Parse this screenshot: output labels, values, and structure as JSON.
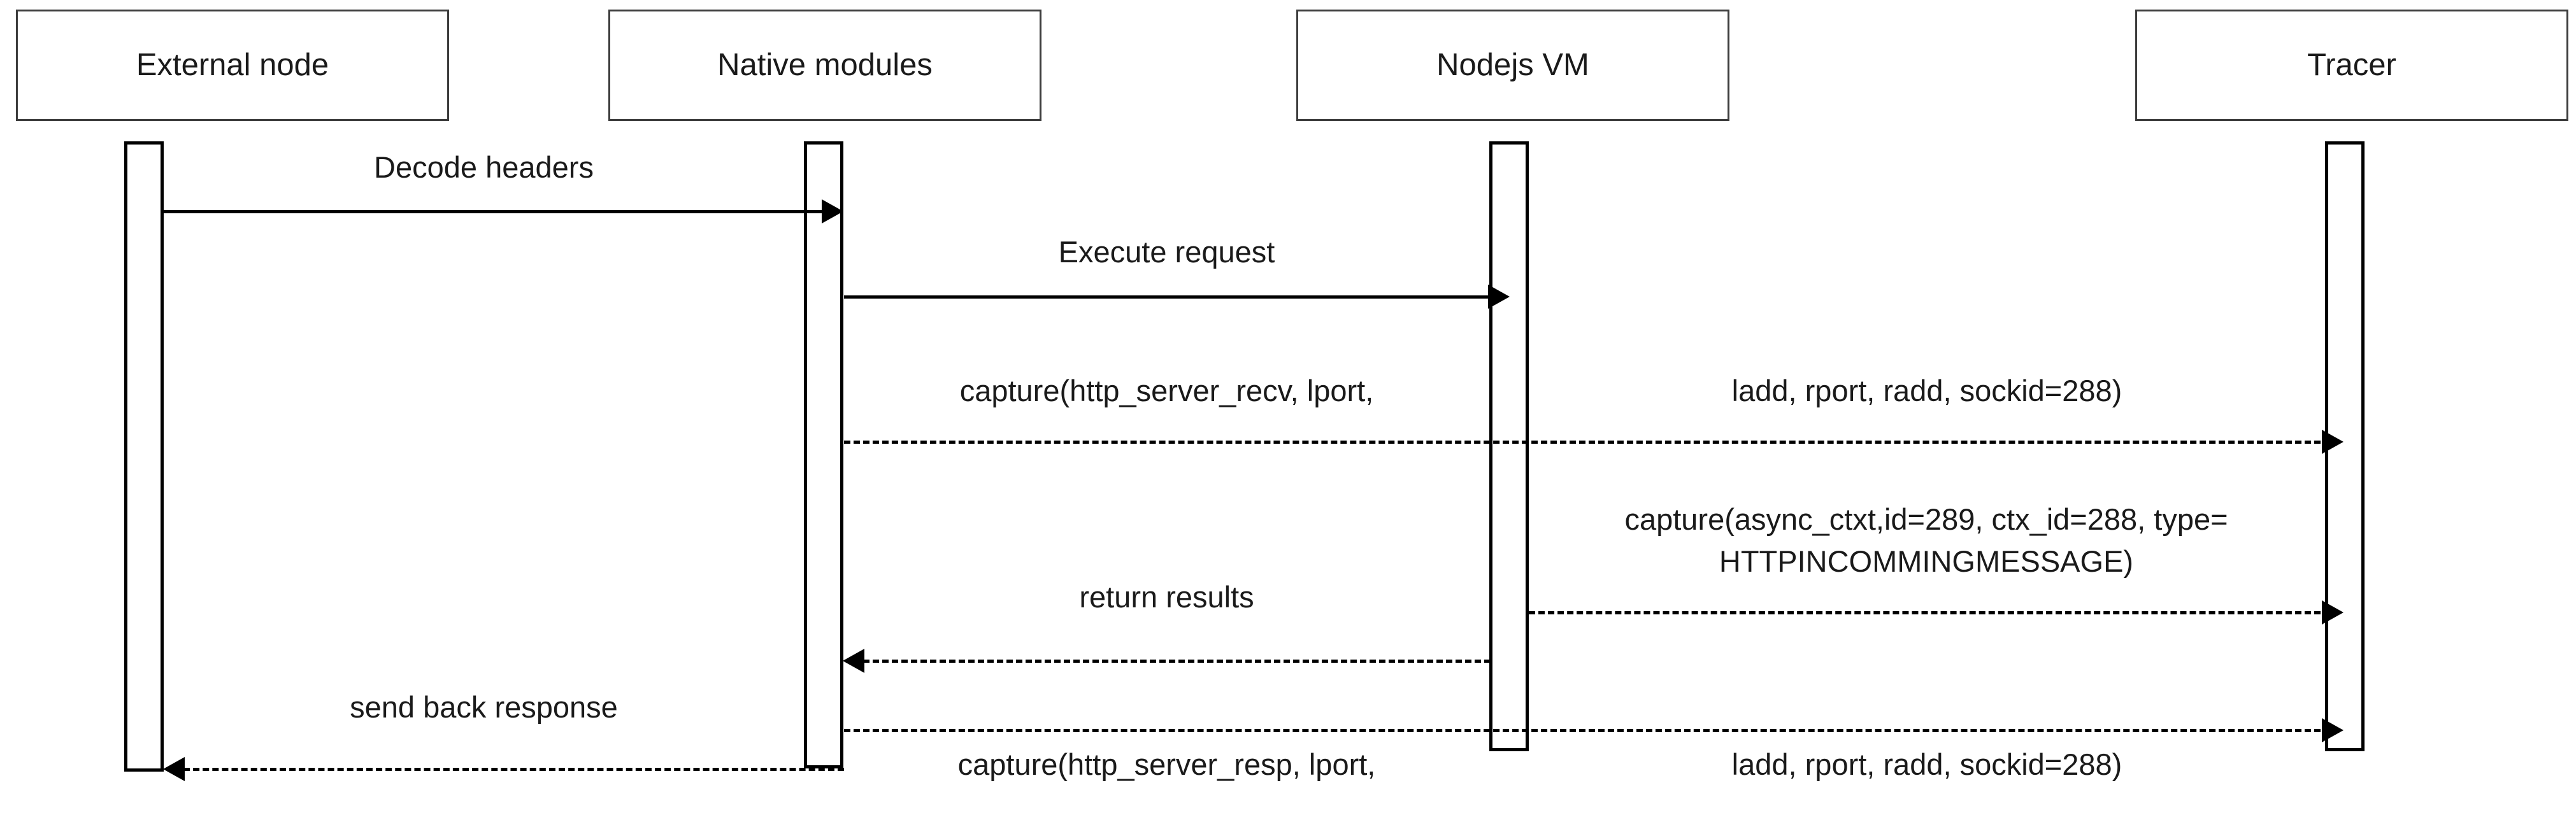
{
  "diagram": {
    "type": "sequence-diagram",
    "background_color": "#ffffff",
    "line_color": "#000000",
    "box_border_color": "#3d3d3d",
    "text_color": "#1a1a1a",
    "participants": [
      {
        "id": "external-node",
        "label": "External node"
      },
      {
        "id": "native-modules",
        "label": "Native modules"
      },
      {
        "id": "nodejs-vm",
        "label": "Nodejs VM"
      },
      {
        "id": "tracer",
        "label": "Tracer"
      }
    ],
    "messages": [
      {
        "id": "decode-headers",
        "label": "Decode headers",
        "from": "external-node",
        "to": "native-modules",
        "style": "solid",
        "direction": "right"
      },
      {
        "id": "execute-request",
        "label": "Execute request",
        "from": "native-modules",
        "to": "nodejs-vm",
        "style": "solid",
        "direction": "right"
      },
      {
        "id": "capture-http-server-recv",
        "label": "capture(http_server_recv, lport,",
        "label_part2": "ladd, rport, radd, sockid=288)",
        "from": "native-modules",
        "to": "tracer",
        "style": "dashed",
        "direction": "right"
      },
      {
        "id": "capture-async-ctxt",
        "label": "capture(async_ctxt,id=289, ctx_id=288, type=",
        "label_part2": "HTTPINCOMMINGMESSAGE)",
        "from": "nodejs-vm",
        "to": "tracer",
        "style": "dashed",
        "direction": "right"
      },
      {
        "id": "return-results",
        "label": "return results",
        "from": "nodejs-vm",
        "to": "native-modules",
        "style": "dashed",
        "direction": "left"
      },
      {
        "id": "capture-http-server-resp",
        "label": "capture(http_server_resp, lport,",
        "label_part2": "ladd, rport, radd, sockid=288)",
        "from": "native-modules",
        "to": "tracer",
        "style": "dashed",
        "direction": "right"
      },
      {
        "id": "send-back-response",
        "label": "send back response",
        "from": "native-modules",
        "to": "external-node",
        "style": "dashed",
        "direction": "left"
      }
    ]
  }
}
